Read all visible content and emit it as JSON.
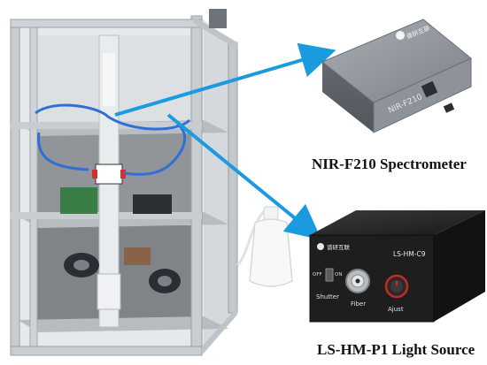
{
  "captions": {
    "spectrometer": "NIR-F210 Spectrometer",
    "light_source": "LS-HM-P1 Light Source"
  },
  "spectrometer_device": {
    "model_marking": "NIR-F210",
    "logo_text": "谱研互联"
  },
  "light_source_device": {
    "model_marking": "LS-HM-C9",
    "logo_text": "谱研互联",
    "labels": {
      "off": "OFF",
      "on": "ON",
      "shutter": "Shutter",
      "fiber": "Fiber",
      "adjust": "Ajust"
    }
  },
  "colors": {
    "arrow": "#1a9be0",
    "frame": "#c8cdd2",
    "spectrometer_body": "#8a9096",
    "light_source_body": "#1c1c1c"
  }
}
